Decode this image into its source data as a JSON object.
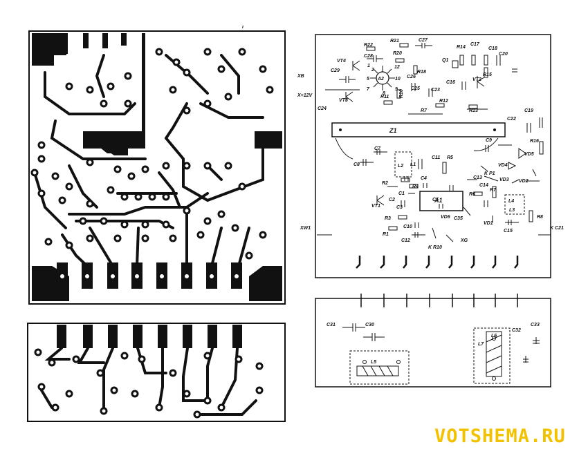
{
  "pcb_top": {
    "mark": "ı"
  },
  "schematic": {
    "labels": {
      "R22": "R22",
      "R21": "R21",
      "C27": "C27",
      "C28": "C28",
      "R20": "R20",
      "VT4": "VT4",
      "XB": "XB",
      "C29": "C29",
      "X12V": "X+12V",
      "C24": "C24",
      "VT3": "VT3",
      "A2": "A2",
      "R18": "R18",
      "C26": "C26",
      "R11": "R11",
      "R10": "R10",
      "C25": "C25",
      "C23": "C23",
      "R12": "R12",
      "R14": "R14",
      "C17": "C17",
      "C18": "C18",
      "C20": "C20",
      "Q1": "Q1",
      "R15": "R15",
      "C16": "C16",
      "VT2": "VT2",
      "R7": "R7",
      "R13": "R13",
      "C19": "C19",
      "C22": "C22",
      "Z1": "Z1",
      "R16": "R16",
      "C7": "C7",
      "C9": "C9",
      "VD5": "VD5",
      "C8": "C8",
      "L2": "L2",
      "L1": "L1",
      "C11": "C11",
      "R5": "R5",
      "KP1": "K P1",
      "VD4": "VD4",
      "C4": "C4",
      "C13": "C13",
      "VD3": "VD3",
      "VD2": "VD2",
      "R2": "R2",
      "R4": "R4",
      "C14": "C14",
      "R6": "R6",
      "R7b": "R7",
      "L4": "L4",
      "C1": "C1",
      "C2": "C2",
      "A1": "A1",
      "VT1": "VT1",
      "C3": "C3",
      "C5": "C5",
      "L3": "L3",
      "R8": "R8",
      "C35": "C35",
      "R3": "R3",
      "VD6": "VD6",
      "VD1": "VD1",
      "XW1": "XW1",
      "C10": "C10",
      "C15": "C15",
      "KC21": "K C21",
      "R1": "R1",
      "C12": "C12",
      "KR10": "K R10",
      "XG": "XG",
      "pin1": "1",
      "pin2": "2",
      "pin5": "5",
      "pin7": "7",
      "pin8": "8",
      "pin9": "9",
      "pin10": "10",
      "pin12": "12"
    }
  },
  "lower_schematic": {
    "labels": {
      "C31": "C31",
      "C30": "C30",
      "C32": "C32",
      "C33": "C33",
      "L5": "L5",
      "L6": "L6",
      "L7": "L7"
    }
  },
  "watermark": "VOTSHEMA.RU",
  "colors": {
    "ink": "#111111",
    "paper": "#ffffff",
    "watermark": "#f2c200"
  }
}
